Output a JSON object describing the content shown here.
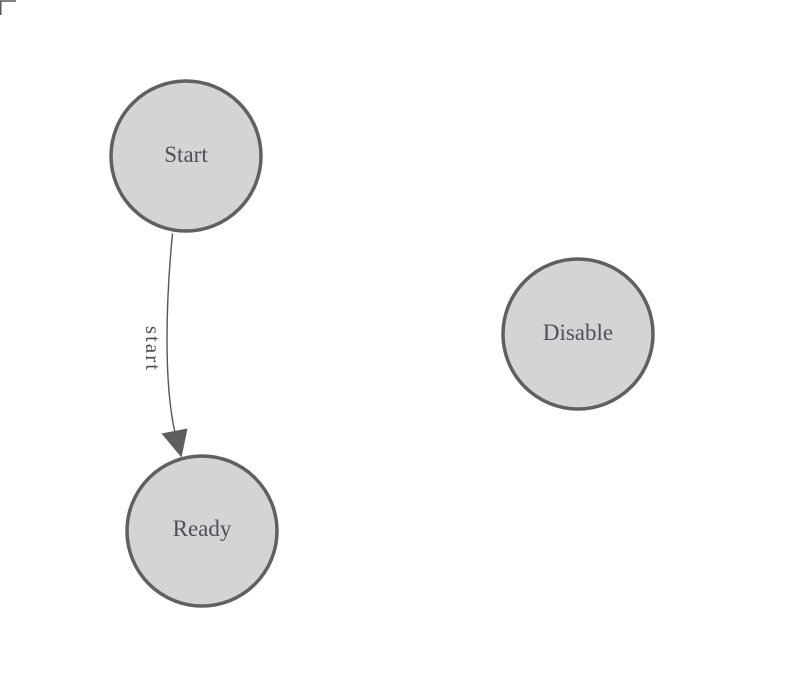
{
  "diagram": {
    "type": "state-machine",
    "nodes": [
      {
        "id": "start",
        "label": "Start"
      },
      {
        "id": "ready",
        "label": "Ready"
      },
      {
        "id": "disable",
        "label": "Disable"
      }
    ],
    "edges": [
      {
        "from": "start",
        "to": "ready",
        "label": "start"
      }
    ]
  },
  "colors": {
    "background": "#ffffff",
    "node_fill": "#d4d4d5",
    "node_stroke": "#606062",
    "label_text": "#4c5158",
    "edge_stroke": "#55565a",
    "arrowhead_fill": "#5d5e60",
    "corner_mark": "#58585a"
  }
}
